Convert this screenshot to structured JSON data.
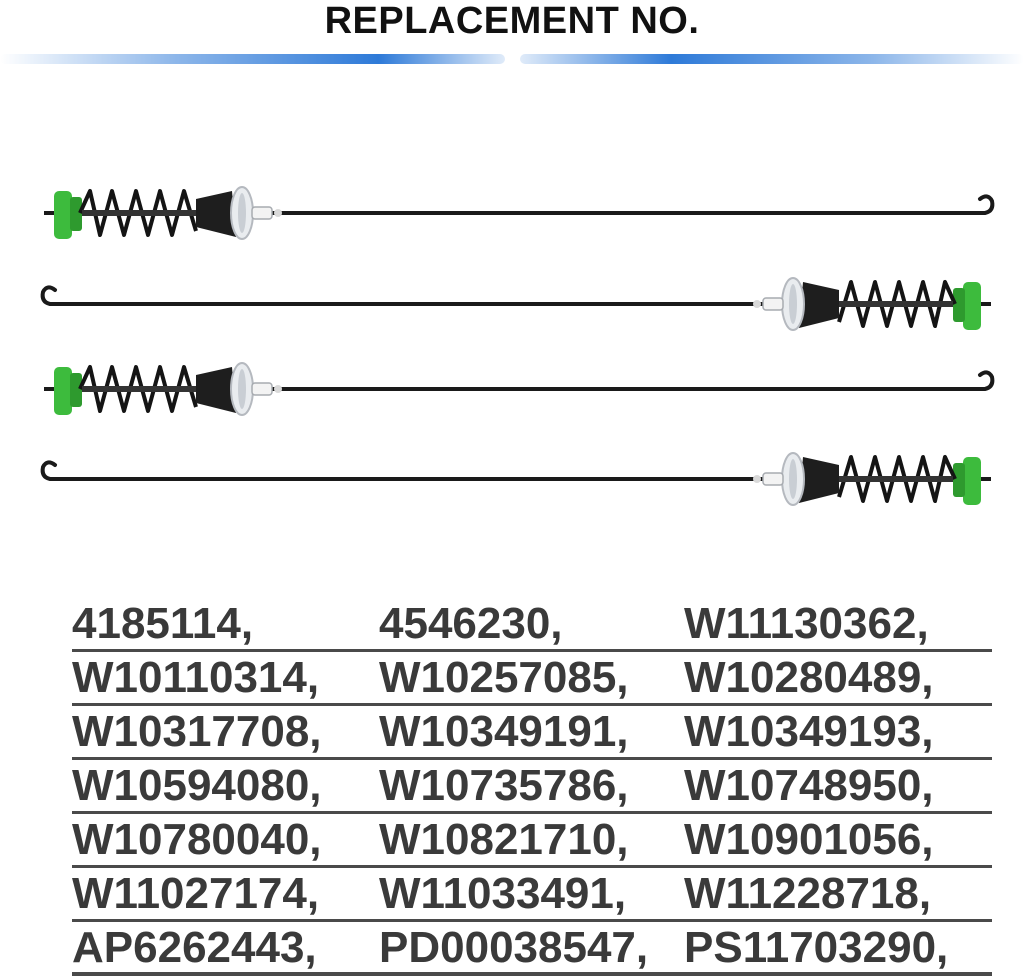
{
  "title": "REPLACEMENT NO.",
  "colors": {
    "accent_bar": "#2e7ad8",
    "spring_end_cap": "#3dbb3d",
    "rod": "#1a1a1a",
    "text": "#3a3a3a"
  },
  "product_image": {
    "rod_count": 4,
    "orientations": [
      "spring-left",
      "spring-right",
      "spring-left",
      "spring-right"
    ]
  },
  "part_numbers": [
    [
      "4185114,",
      "4546230,",
      "W11130362,"
    ],
    [
      "W10110314,",
      "W10257085,",
      "W10280489,"
    ],
    [
      "W10317708,",
      "W10349191,",
      "W10349193,"
    ],
    [
      "W10594080,",
      "W10735786,",
      "W10748950,"
    ],
    [
      "W10780040,",
      "W10821710,",
      "W10901056,"
    ],
    [
      "W11027174,",
      "W11033491,",
      "W11228718,"
    ],
    [
      "AP6262443,",
      "PD00038547,",
      "PS11703290,"
    ]
  ]
}
